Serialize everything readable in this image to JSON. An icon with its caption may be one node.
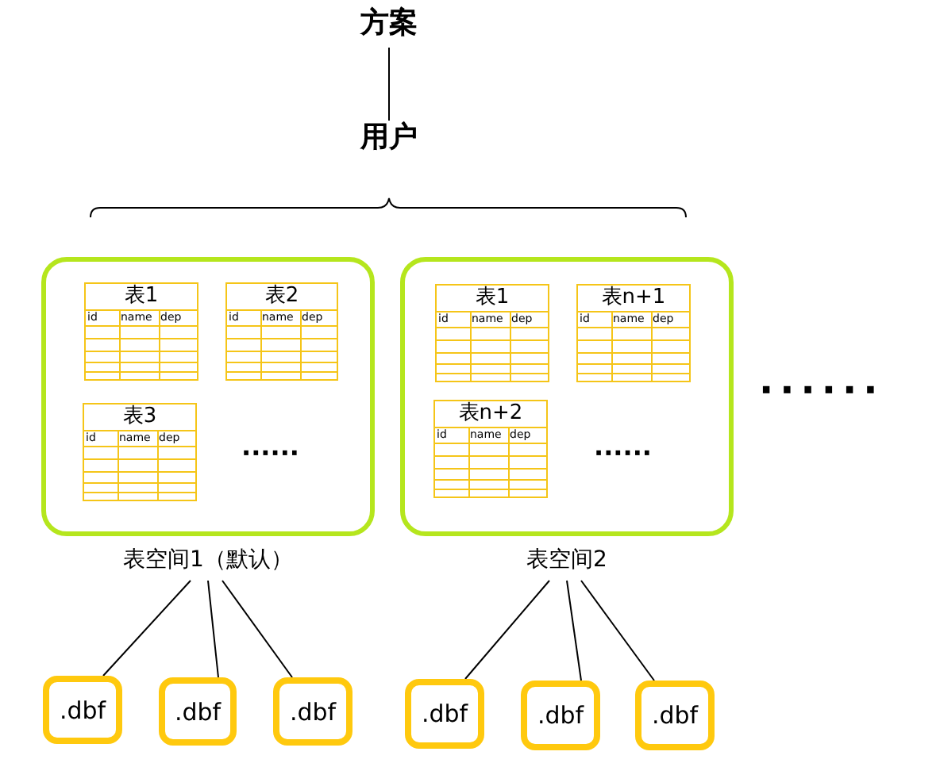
{
  "diagram": {
    "nodes": [
      {
        "text": [
          "方案"
        ]
      },
      {
        "text": [
          "用户"
        ]
      },
      {
        "text": [],
        "beside": [
          "表空间1（默认）"
        ],
        "shape": "box"
      },
      {
        "text": [
          "表1",
          "id",
          "name",
          "dep"
        ],
        "in": 2
      },
      {
        "text": [
          "表2",
          "id",
          "name",
          "dep"
        ],
        "in": 2
      },
      {
        "text": [
          "表3",
          "id",
          "name",
          "dep"
        ],
        "in": 2
      },
      {
        "text": [],
        "beside": [
          "表空间2"
        ],
        "shape": "box"
      },
      {
        "text": [
          "表1",
          "id",
          "name",
          "dep"
        ],
        "in": 6
      },
      {
        "text": [
          "表n+1",
          "id",
          "name",
          "dep"
        ],
        "in": 6
      },
      {
        "text": [
          "表n+2",
          "id",
          "name",
          "dep"
        ],
        "in": 6
      },
      {
        "text": [
          ".dbf"
        ]
      },
      {
        "text": [
          ".dbf"
        ]
      },
      {
        "text": [
          ".dbf"
        ]
      },
      {
        "text": [
          ".dbf"
        ]
      },
      {
        "text": [
          ".dbf"
        ]
      },
      {
        "text": [
          ".dbf"
        ]
      }
    ],
    "edges": [
      {
        "from": 0,
        "to": 1,
        "arrow": "none"
      },
      {
        "from": 2,
        "to": 10,
        "arrow": "none"
      },
      {
        "from": 2,
        "to": 11,
        "arrow": "none"
      },
      {
        "from": 2,
        "to": 12,
        "arrow": "none"
      },
      {
        "from": 6,
        "to": 13,
        "arrow": "none"
      },
      {
        "from": 6,
        "to": 14,
        "arrow": "none"
      },
      {
        "from": 6,
        "to": 15,
        "arrow": "none"
      }
    ],
    "labels": [
      "······",
      "······",
      "······"
    ]
  }
}
